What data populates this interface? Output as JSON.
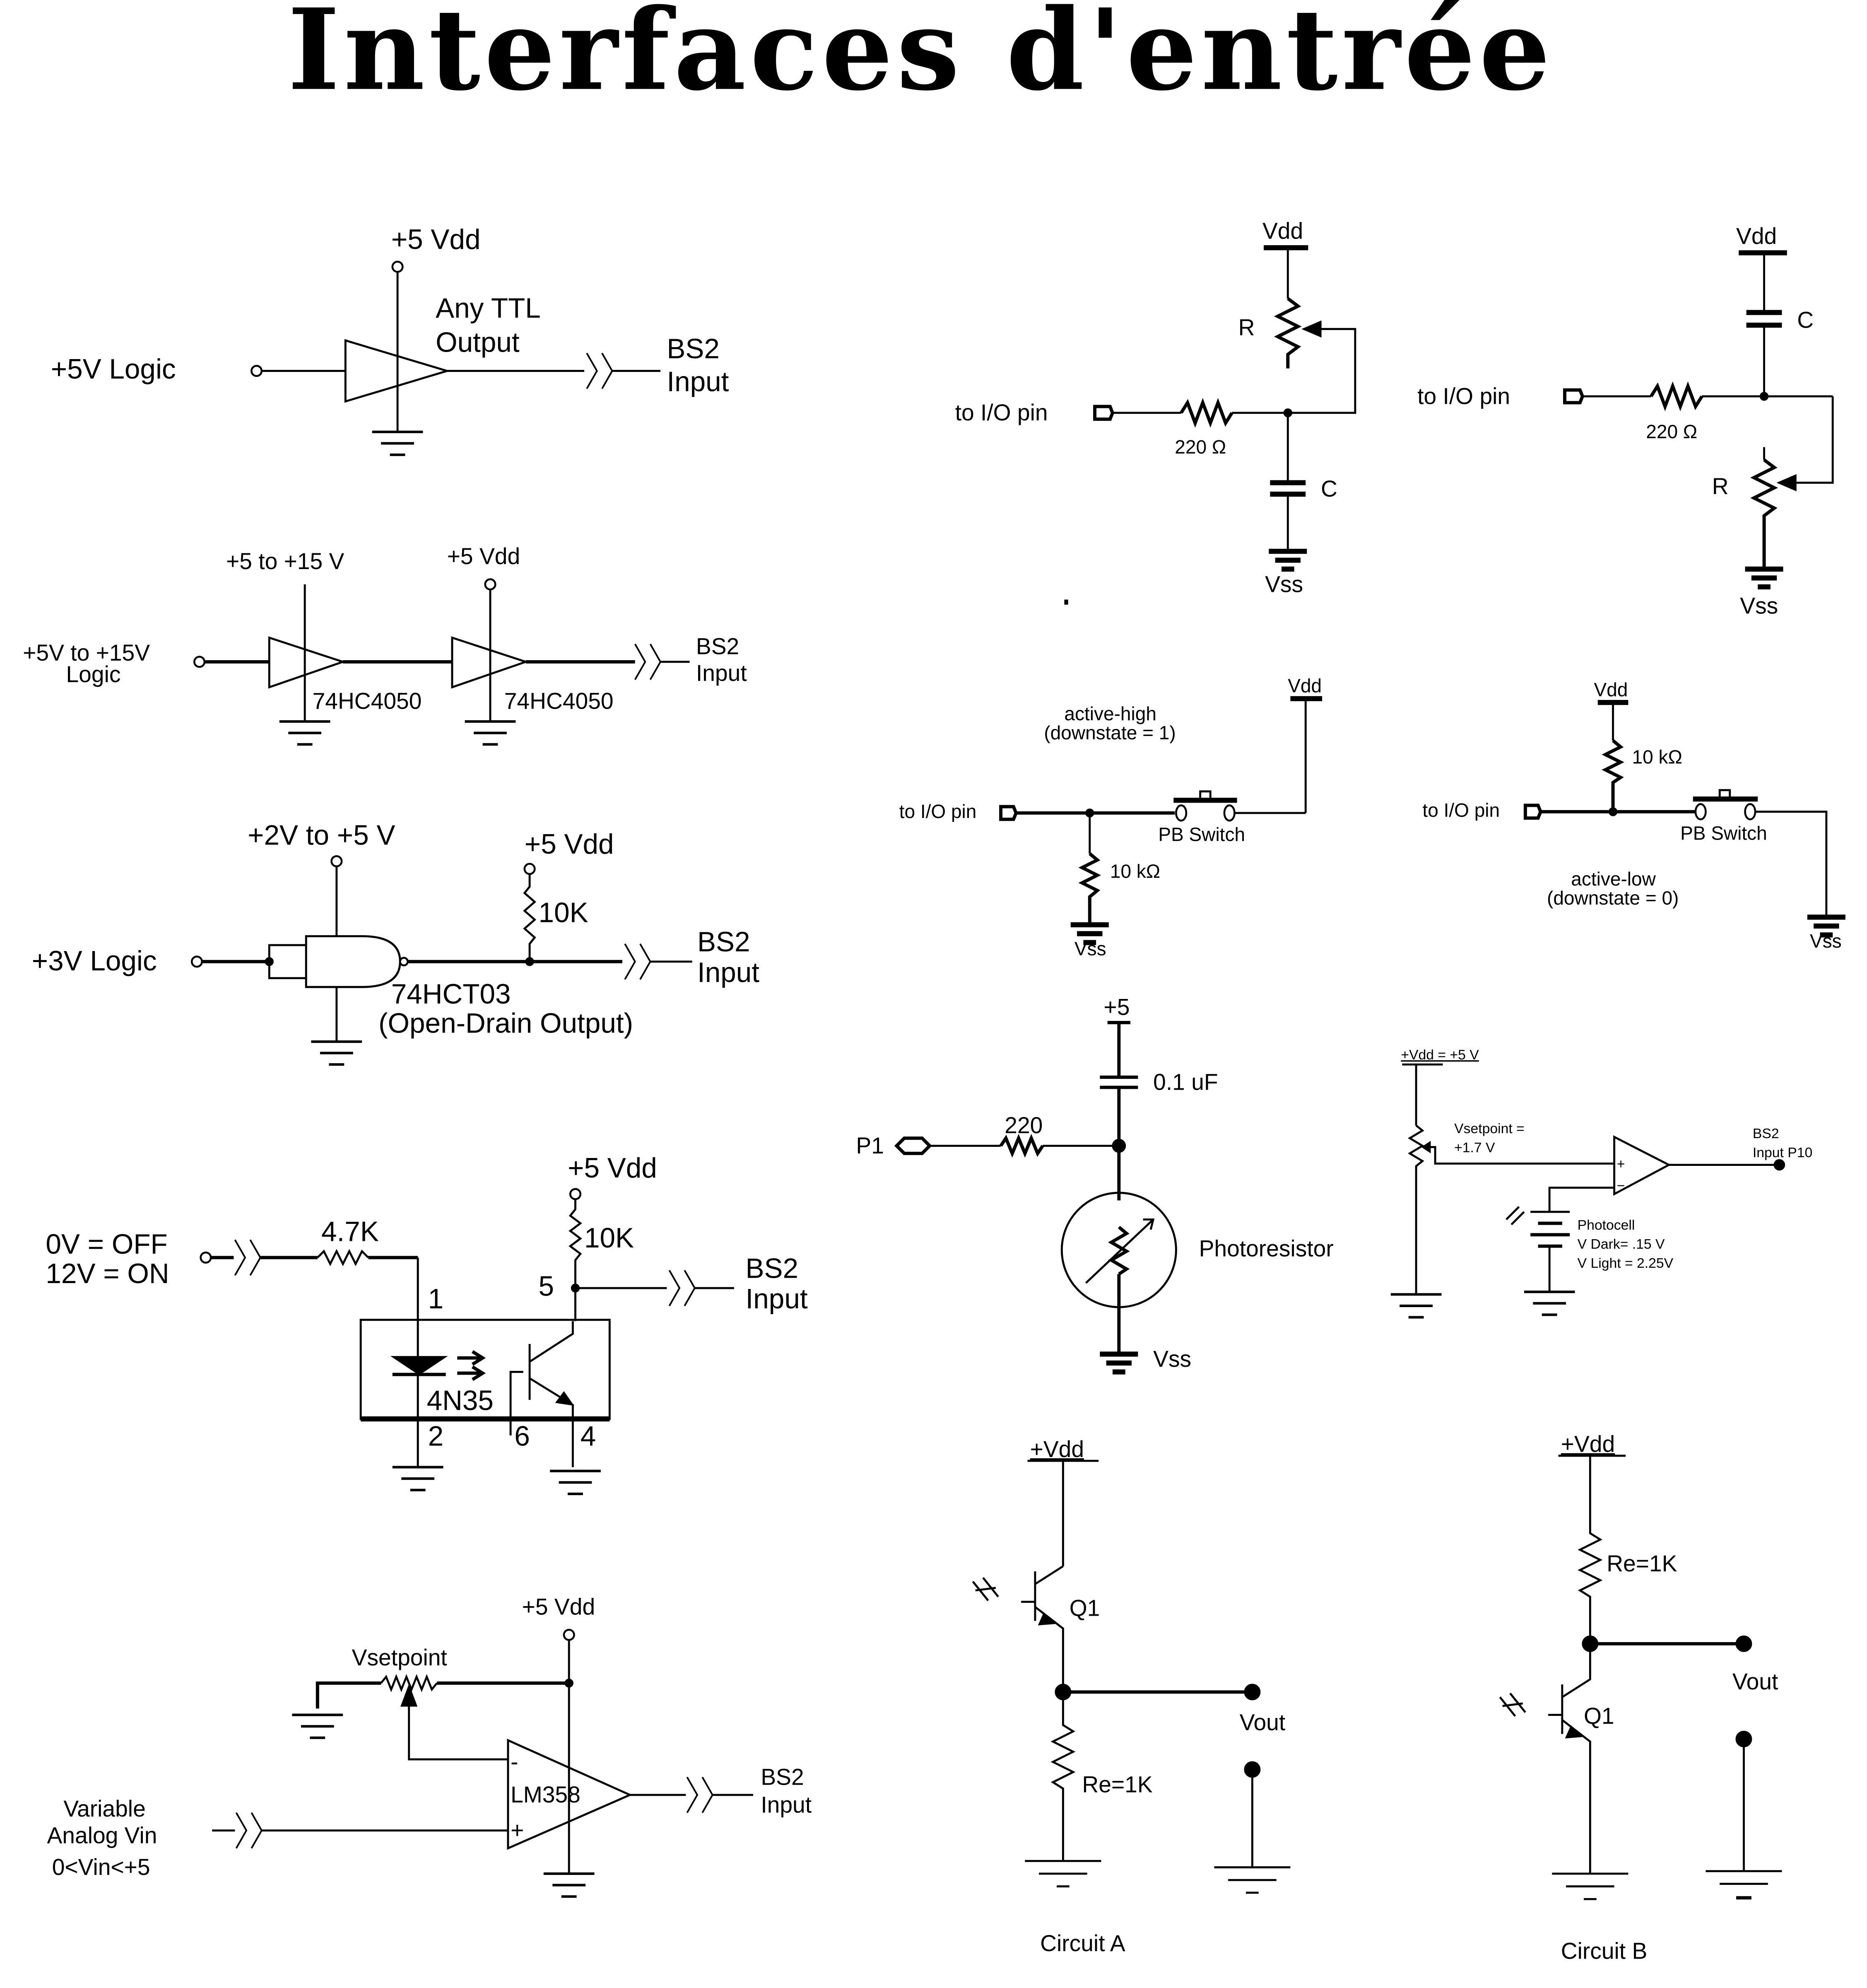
{
  "page": {
    "title": "Interfaces d'entrée"
  },
  "circuits": {
    "ttl": {
      "supply": "+5 Vdd",
      "input": "+5V Logic",
      "gate_label_1": "Any TTL",
      "gate_label_2": "Output",
      "out_1": "BS2",
      "out_2": "Input"
    },
    "hc4050": {
      "supply_1": "+5 to +15 V",
      "supply_2": "+5 Vdd",
      "input_1": "+5V to +15V",
      "input_2": "Logic",
      "chip_1": "74HC4050",
      "chip_2": "74HC4050",
      "out_1": "BS2",
      "out_2": "Input"
    },
    "hct03": {
      "supply_1": "+2V to +5 V",
      "supply_2": "+5 Vdd",
      "resistor": "10K",
      "input": "+3V Logic",
      "chip": "74HCT03",
      "chip_note": "(Open-Drain Output)",
      "out_1": "BS2",
      "out_2": "Input"
    },
    "opto": {
      "supply": "+5 Vdd",
      "input_1": "0V = OFF",
      "input_2": "12V = ON",
      "r_in": "4.7K",
      "r_pull": "10K",
      "chip": "4N35",
      "pins": [
        "1",
        "2",
        "6",
        "4",
        "5"
      ],
      "out_1": "BS2",
      "out_2": "Input"
    },
    "lm358": {
      "supply": "+5 Vdd",
      "pot": "Vsetpoint",
      "chip": "LM358",
      "minus": "-",
      "plus": "+",
      "input_1": "Variable",
      "input_2": "Analog Vin",
      "input_3": "0<Vin<+5",
      "out_1": "BS2",
      "out_2": "Input"
    },
    "rc_a": {
      "vdd": "Vdd",
      "r": "R",
      "pin": "to I/O pin",
      "r_series": "220 Ω",
      "c": "C",
      "vss": "Vss"
    },
    "rc_b": {
      "vdd": "Vdd",
      "c": "C",
      "pin": "to I/O pin",
      "r_series": "220 Ω",
      "r": "R",
      "vss": "Vss"
    },
    "pb_high": {
      "vdd": "Vdd",
      "mode_1": "active-high",
      "mode_2": "(downstate = 1)",
      "pin": "to I/O pin",
      "switch": "PB Switch",
      "resistor": "10 kΩ",
      "vss": "Vss"
    },
    "pb_low": {
      "vdd": "Vdd",
      "resistor": "10 kΩ",
      "pin": "to I/O pin",
      "switch": "PB Switch",
      "mode_1": "active-low",
      "mode_2": "(downstate = 0)",
      "vss": "Vss"
    },
    "photoresistor": {
      "supply": "+5",
      "cap": "0.1 uF",
      "resistor": "220",
      "pin": "P1",
      "sensor": "Photoresistor",
      "vss": "Vss"
    },
    "photocell": {
      "supply": "+Vdd = +5 V",
      "setpoint_1": "Vsetpoint =",
      "setpoint_2": "+1.7 V",
      "plus": "+",
      "minus": "−",
      "out_1": "BS2",
      "out_2": "Input P10",
      "sensor": "Photocell",
      "dark": "V Dark= .15 V",
      "light": "V Light = 2.25V"
    },
    "circuit_a": {
      "vdd": "+Vdd",
      "transistor": "Q1",
      "vout": "Vout",
      "resistor": "Re=1K",
      "caption": "Circuit A"
    },
    "circuit_b": {
      "vdd": "+Vdd",
      "resistor": "Re=1K",
      "vout": "Vout",
      "transistor": "Q1",
      "caption": "Circuit B"
    }
  }
}
